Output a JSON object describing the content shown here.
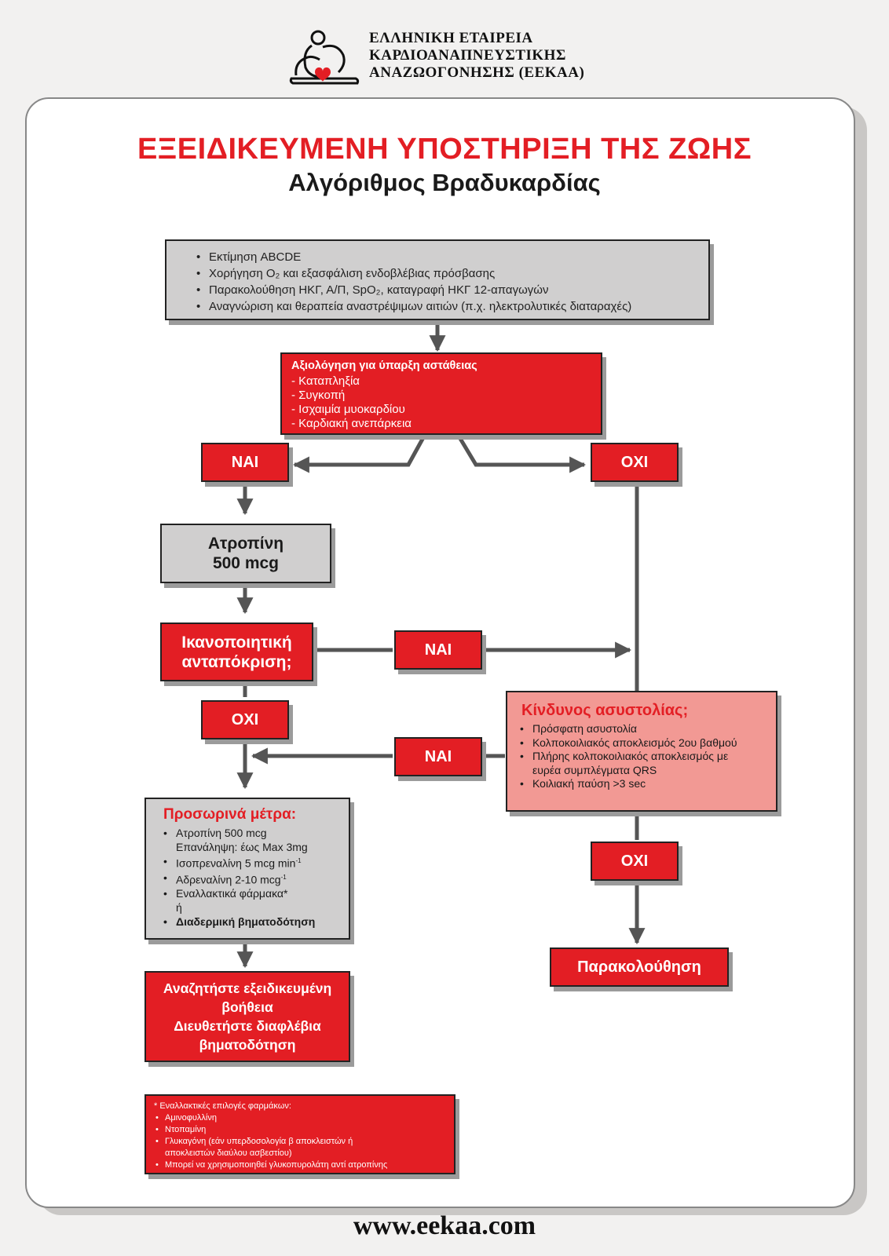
{
  "header": {
    "org_line1": "ΕΛΛΗΝΙΚΗ ΕΤΑΙΡΕΙΑ",
    "org_line2": "ΚΑΡΔΙΟΑΝΑΠΝΕΥΣΤΙΚΗΣ",
    "org_line3": "ΑΝΑΖΩΟΓΟΝΗΣΗΣ (ΕΕΚΑΑ)",
    "logo_icon": "cpr-heart-logo-icon",
    "accent_color": "#e31e24"
  },
  "title": "ΕΞΕΙΔΙΚΕΥΜΕΝΗ ΥΠΟΣΤΗΡΙΞΗ ΤΗΣ ΖΩΗΣ",
  "subtitle": "Αλγόριθμος Βραδυκαρδίας",
  "assessment": {
    "items": [
      "Εκτίμηση ABCDE",
      "Χορήγηση O₂ και εξασφάλιση ενδοβλέβιας πρόσβασης",
      "Παρακολούθηση ΗΚΓ, Α/Π, SpO₂, καταγραφή ΗΚΓ 12-απαγωγών",
      "Αναγνώριση και θεραπεία αναστρέψιμων αιτιών  (π.χ. ηλεκτρολυτικές διαταραχές)"
    ]
  },
  "instability": {
    "title": "Αξιολόγηση για ύπαρξη αστάθειας",
    "items": [
      "- Καταπληξία",
      "- Συγκοπή",
      "- Ισχαιμία μυοκαρδίου",
      "- Καρδιακή ανεπάρκεια"
    ]
  },
  "labels": {
    "yes": "ΝΑΙ",
    "no": "ΟΧΙ"
  },
  "atropine": {
    "line1": "Ατροπίνη",
    "line2": "500 mcg"
  },
  "response": {
    "line1": "Ικανοποιητική",
    "line2": "ανταπόκριση;"
  },
  "asystole_risk": {
    "title": "Κίνδυνος ασυστολίας;",
    "item1": "Πρόσφατη ασυστολία",
    "item2": "Κολποκοιλιακός αποκλεισμός 2ου βαθμού",
    "item3a": "Πλήρης κολποκοιλιακός αποκλεισμός με",
    "item3b": "ευρέα συμπλέγματα QRS",
    "item4": "Κοιλιακή παύση >3 sec"
  },
  "temporary": {
    "title": "Προσωρινά μέτρα:",
    "item1a": "Ατροπίνη 500 mcg",
    "item1b": "Επανάληψη: έως Max 3mg",
    "item2": "Ισοπρεναλίνη 5 mcg min",
    "item2_sup": "-1",
    "item3": "Αδρεναλίνη 2-10 mcg",
    "item3_sup": "-1",
    "item4": "Εναλλακτικά φάρμακα*",
    "or": "ή",
    "item5": "Διαδερμική βηματοδότηση"
  },
  "monitoring": "Παρακολούθηση",
  "expert": {
    "line1": "Αναζητήστε εξειδικευμένη",
    "line2": "βοήθεια",
    "line3": "Διευθετήστε διαφλέβια",
    "line4": "βηματοδότηση"
  },
  "footnote": {
    "title": "* Εναλλακτικές επιλογές φαρμάκων:",
    "item1": "Αμινοφυλλίνη",
    "item2": "Ντοπαμίνη",
    "item3a": "Γλυκαγόνη (εάν υπερδοσολογία β αποκλειστών ή",
    "item3b": "αποκλειστών διαύλου ασβεστίου)",
    "item4": "Μπορεί να χρησιμοποιηθεί γλυκοπυρολάτη αντί ατροπίνης"
  },
  "website": "www.eekaa.com"
}
